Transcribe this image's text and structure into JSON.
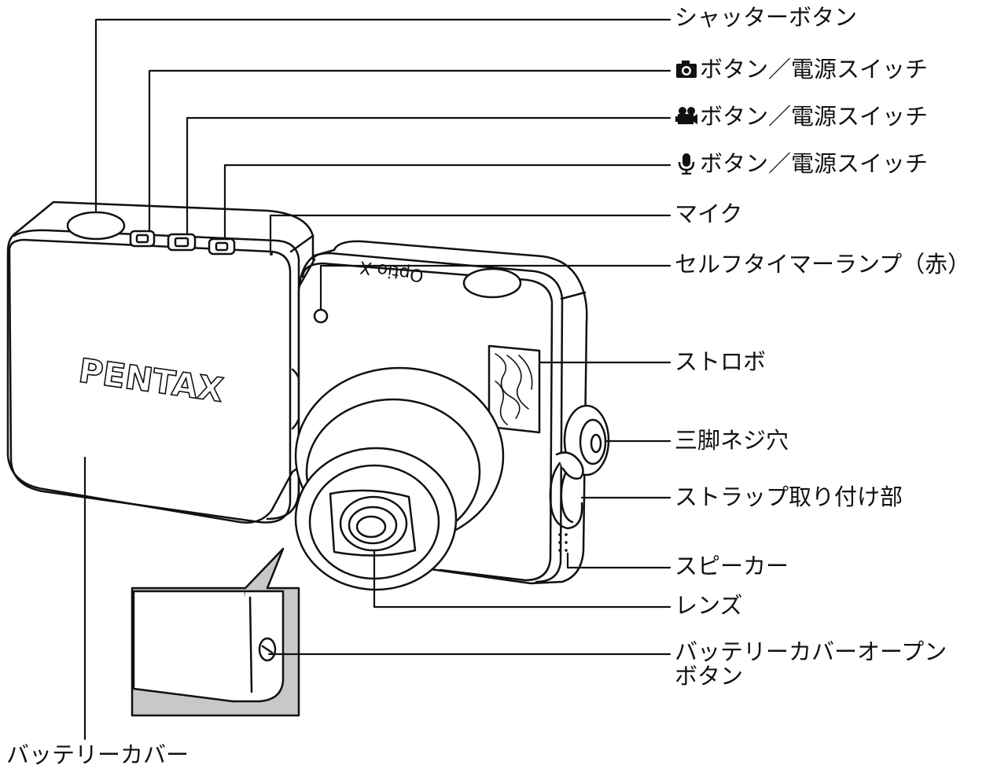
{
  "labels": {
    "shutter_button": "シャッターボタン",
    "still_button": "ボタン／電源スイッチ",
    "movie_button": "ボタン／電源スイッチ",
    "voice_button": "ボタン／電源スイッチ",
    "mic": "マイク",
    "self_timer_lamp": "セルフタイマーランプ（赤）",
    "strobe": "ストロボ",
    "tripod_socket": "三脚ネジ穴",
    "strap_lug": "ストラップ取り付け部",
    "speaker": "スピーカー",
    "lens": "レンズ",
    "battery_cover_open_button_line1": "バッテリーカバーオープン",
    "battery_cover_open_button_line2": "ボタン",
    "battery_cover": "バッテリーカバー"
  },
  "icons": {
    "still": "camera-icon",
    "movie": "movie-camera-icon",
    "voice": "microphone-icon"
  },
  "camera_print": {
    "brand": "PENTAX",
    "model": "Optio X"
  },
  "colors": {
    "line": "#111111",
    "inset_background": "#c8c8c8"
  }
}
